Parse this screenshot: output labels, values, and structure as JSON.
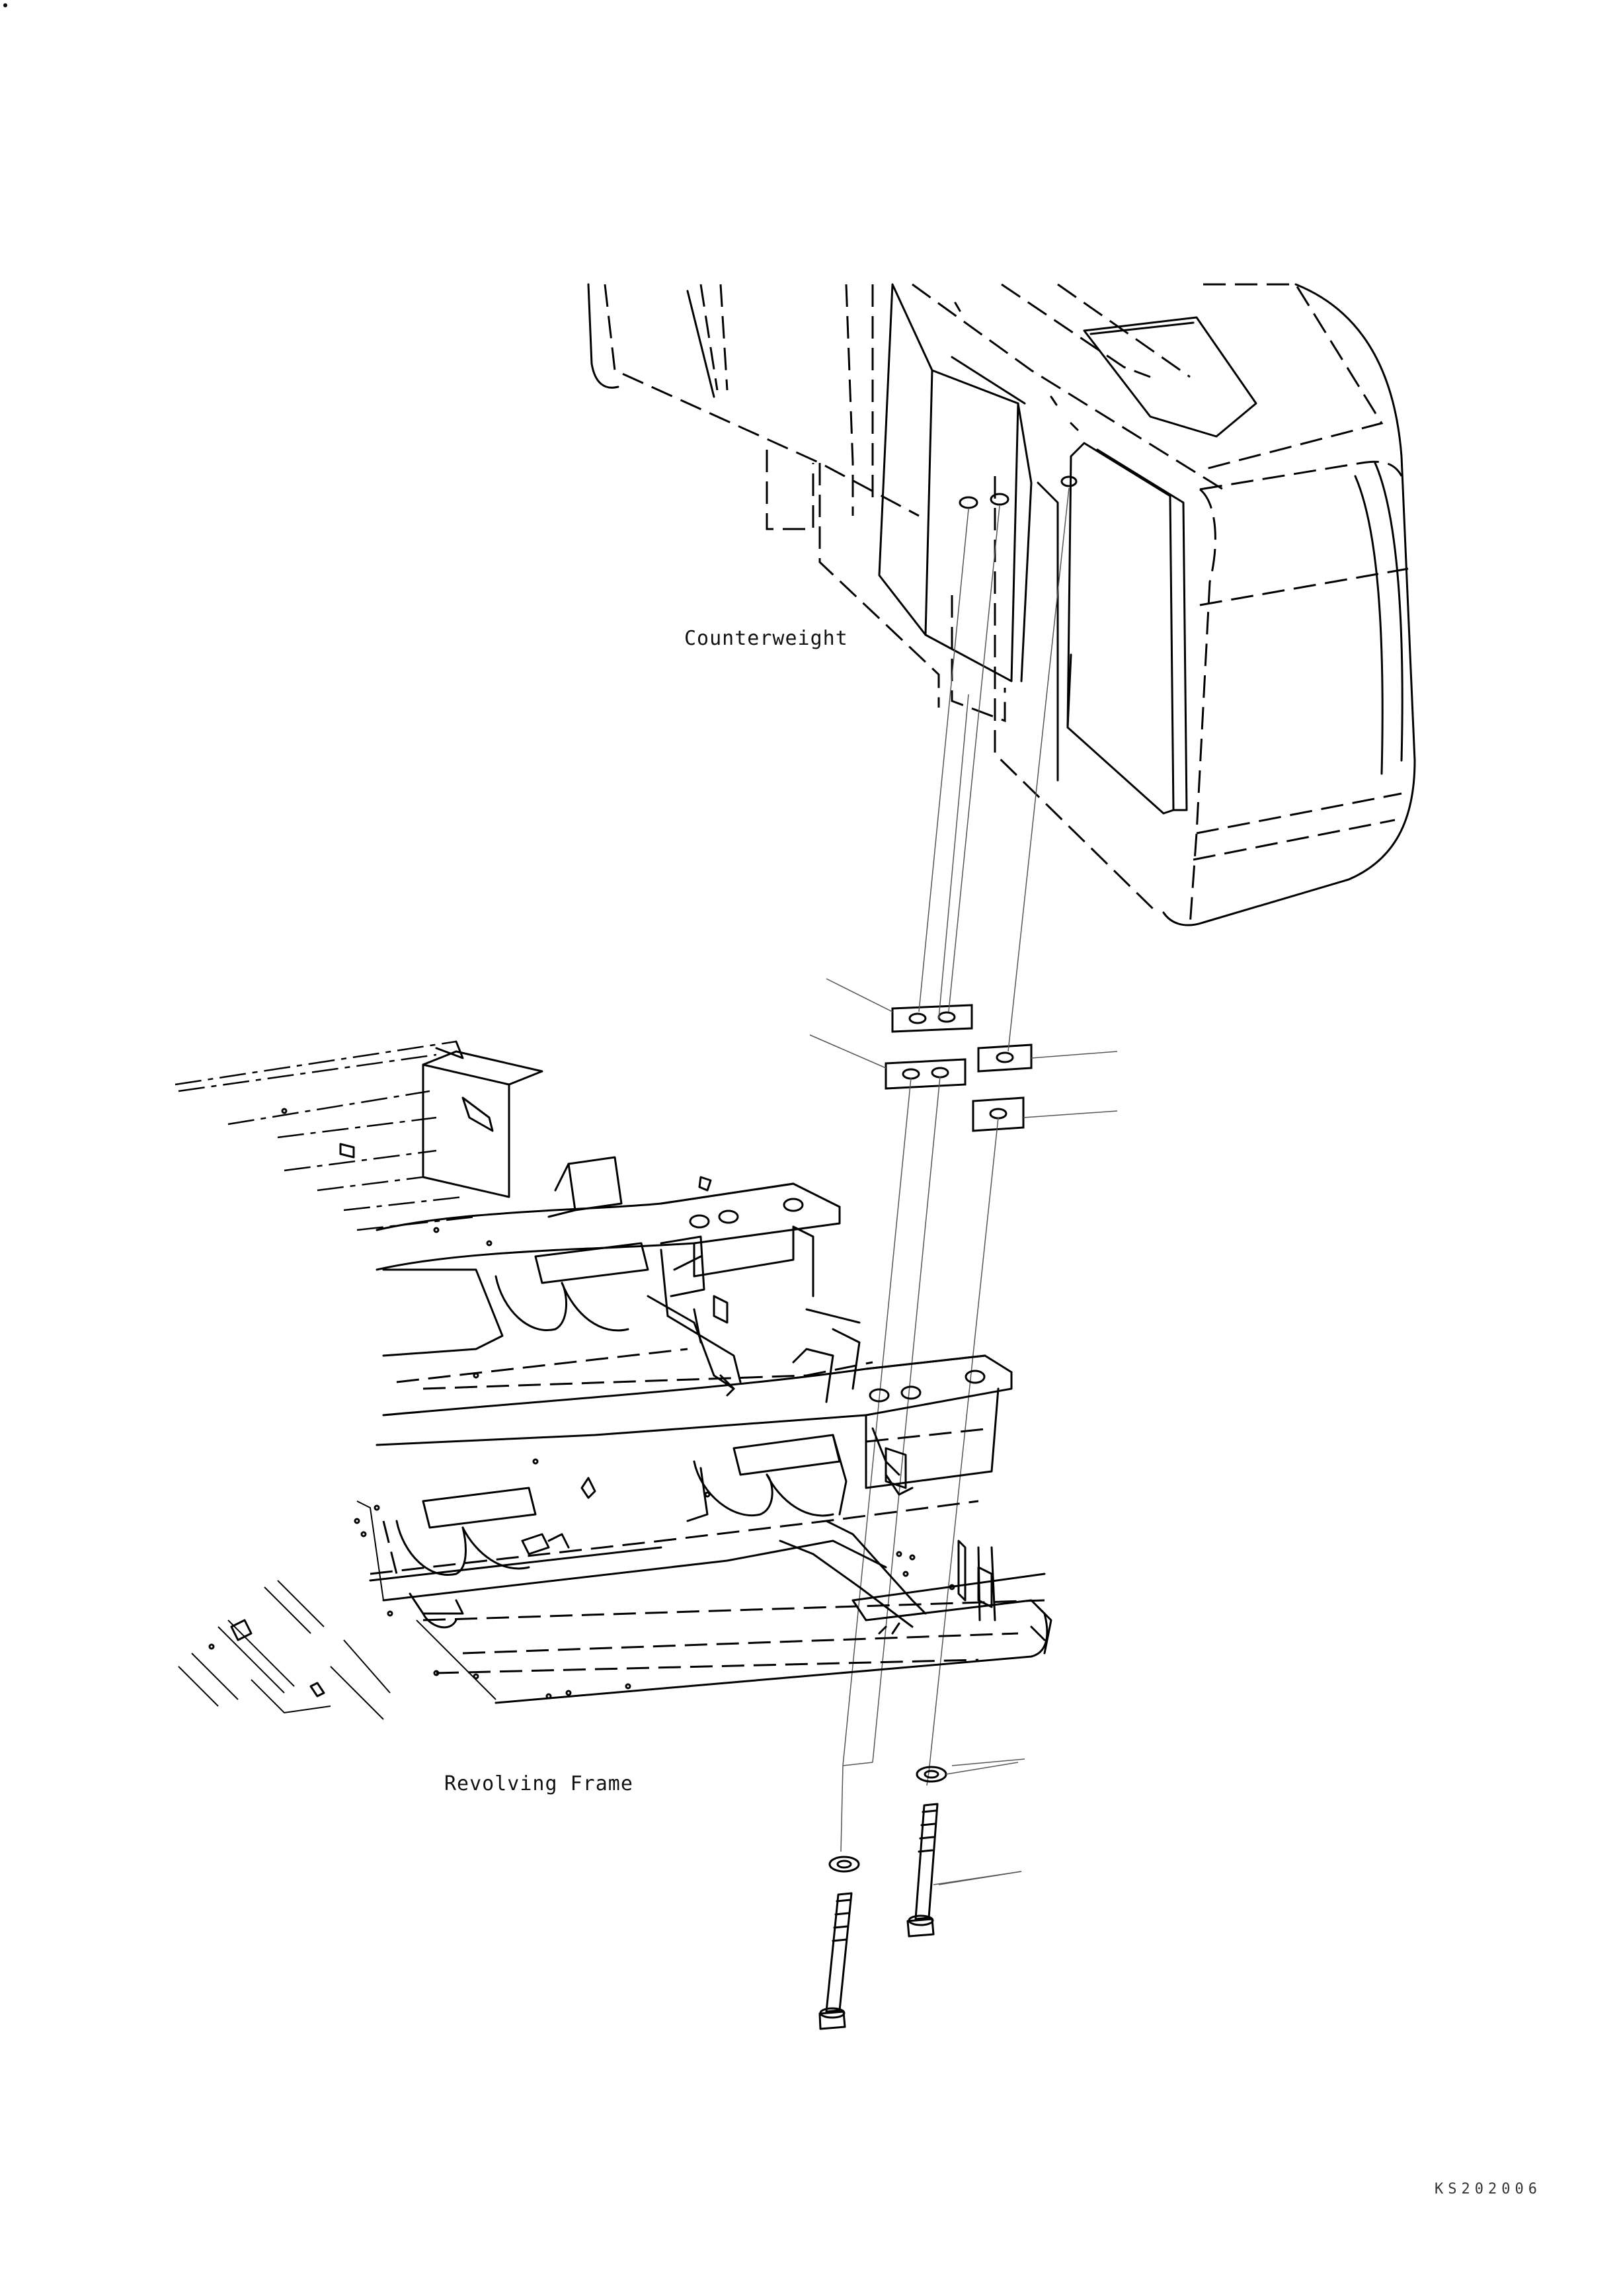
{
  "labels": {
    "counterweight": "Counterweight",
    "revolving_frame": "Revolving Frame",
    "drawing_code": "KS202006"
  }
}
